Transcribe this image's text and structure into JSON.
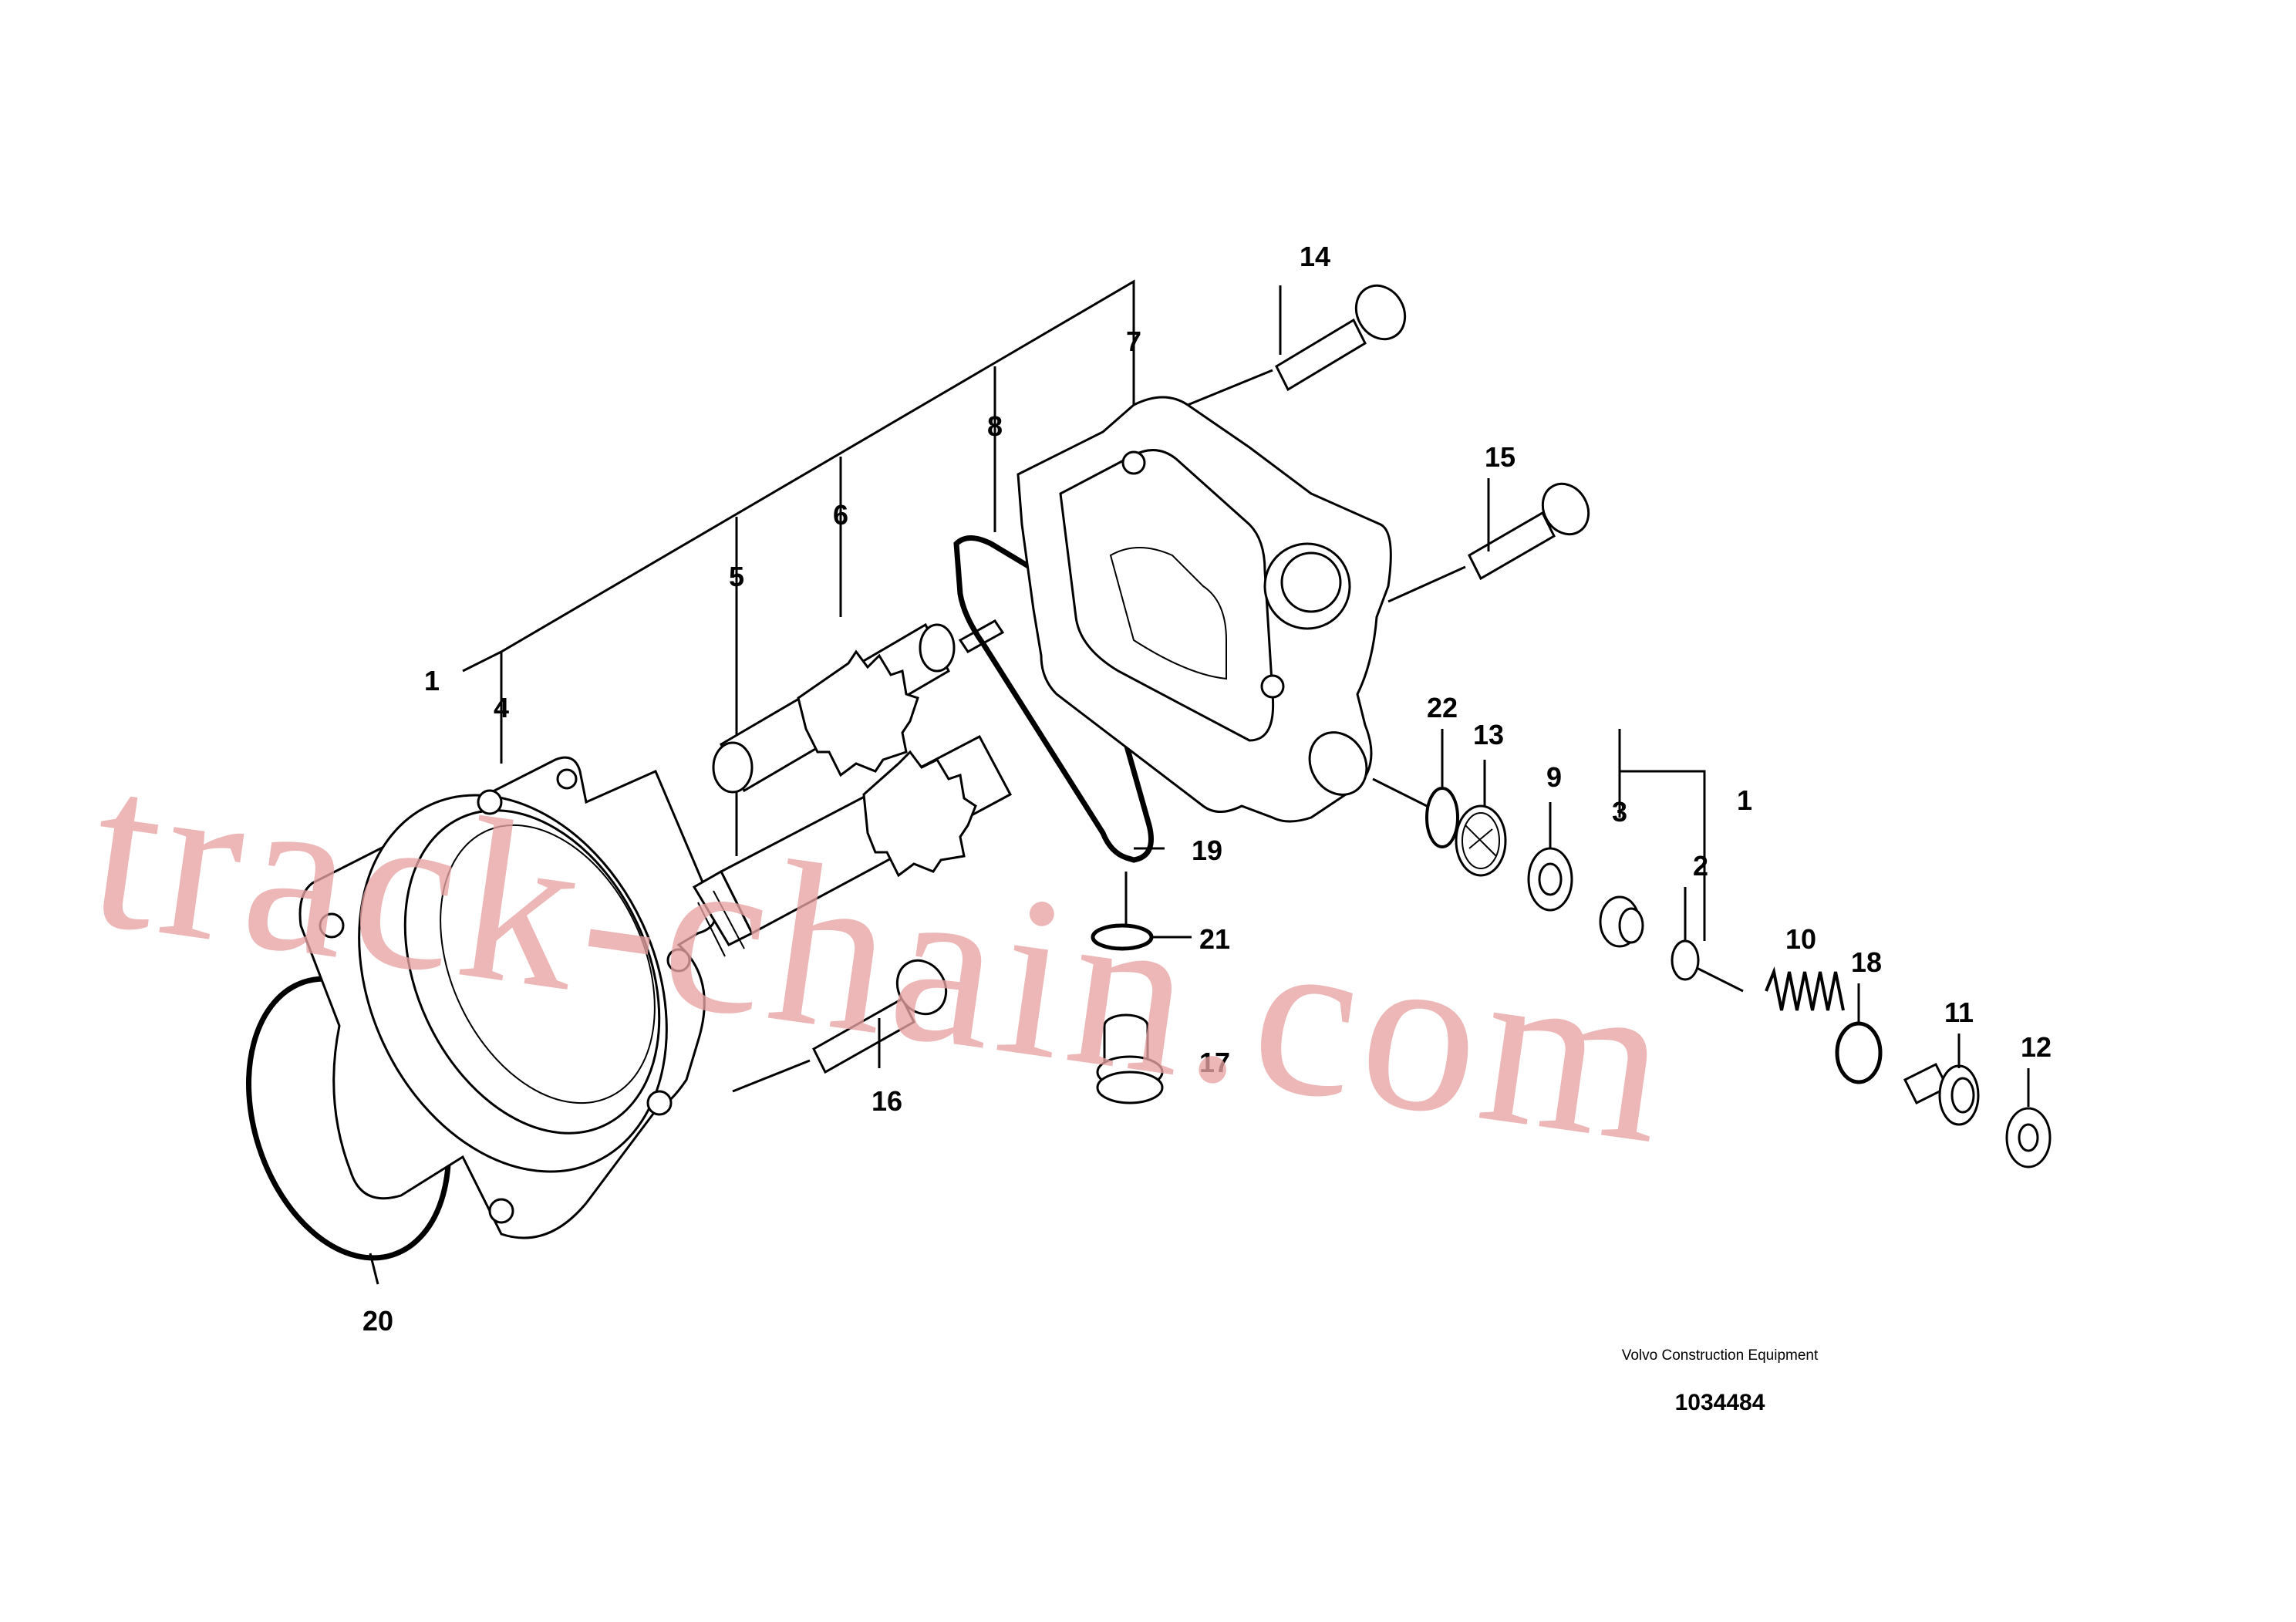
{
  "callouts": {
    "c1a": "1",
    "c1b": "1",
    "c2": "2",
    "c3": "3",
    "c4": "4",
    "c5": "5",
    "c6": "6",
    "c7": "7",
    "c8": "8",
    "c9": "9",
    "c10": "10",
    "c11": "11",
    "c12": "12",
    "c13": "13",
    "c14": "14",
    "c15": "15",
    "c16": "16",
    "c17": "17",
    "c18": "18",
    "c19": "19",
    "c20": "20",
    "c21": "21",
    "c22": "22"
  },
  "watermark": "track-chain.com",
  "title_block": {
    "brand": "Volvo Construction Equipment",
    "drawing_number": "1034484"
  }
}
